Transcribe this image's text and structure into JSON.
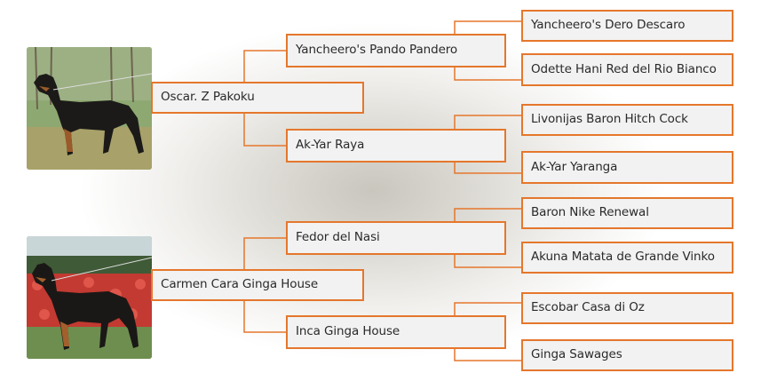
{
  "pedigree": {
    "sire": {
      "name": "Oscar. Z Pakoku",
      "sire": {
        "name": "Yancheero's Pando Pandero",
        "sire": "Yancheero's  Dero Descaro",
        "dam": "Odette Hani Red del Rio Bianco"
      },
      "dam": {
        "name": "Ak-Yar Raya",
        "sire": "Livonijas Baron Hitch Cock",
        "dam": "Ak-Yar Yaranga"
      }
    },
    "dam": {
      "name": "Carmen Cara Ginga House",
      "sire": {
        "name": "Fedor del Nasi",
        "sire": "Baron Nike Renewal",
        "dam": "Akuna Matata de Grande Vinko"
      },
      "dam": {
        "name": "Inca Ginga House",
        "sire": "Escobar Casa di Oz",
        "dam": "Ginga Sawages"
      }
    }
  },
  "colors": {
    "accent": "#e5772c",
    "connector": "#e5772c",
    "box_fill": "#f2f2f2"
  },
  "icons": {
    "top_photo": "doberman-dog-photo",
    "bottom_photo": "doberman-dog-photo"
  }
}
